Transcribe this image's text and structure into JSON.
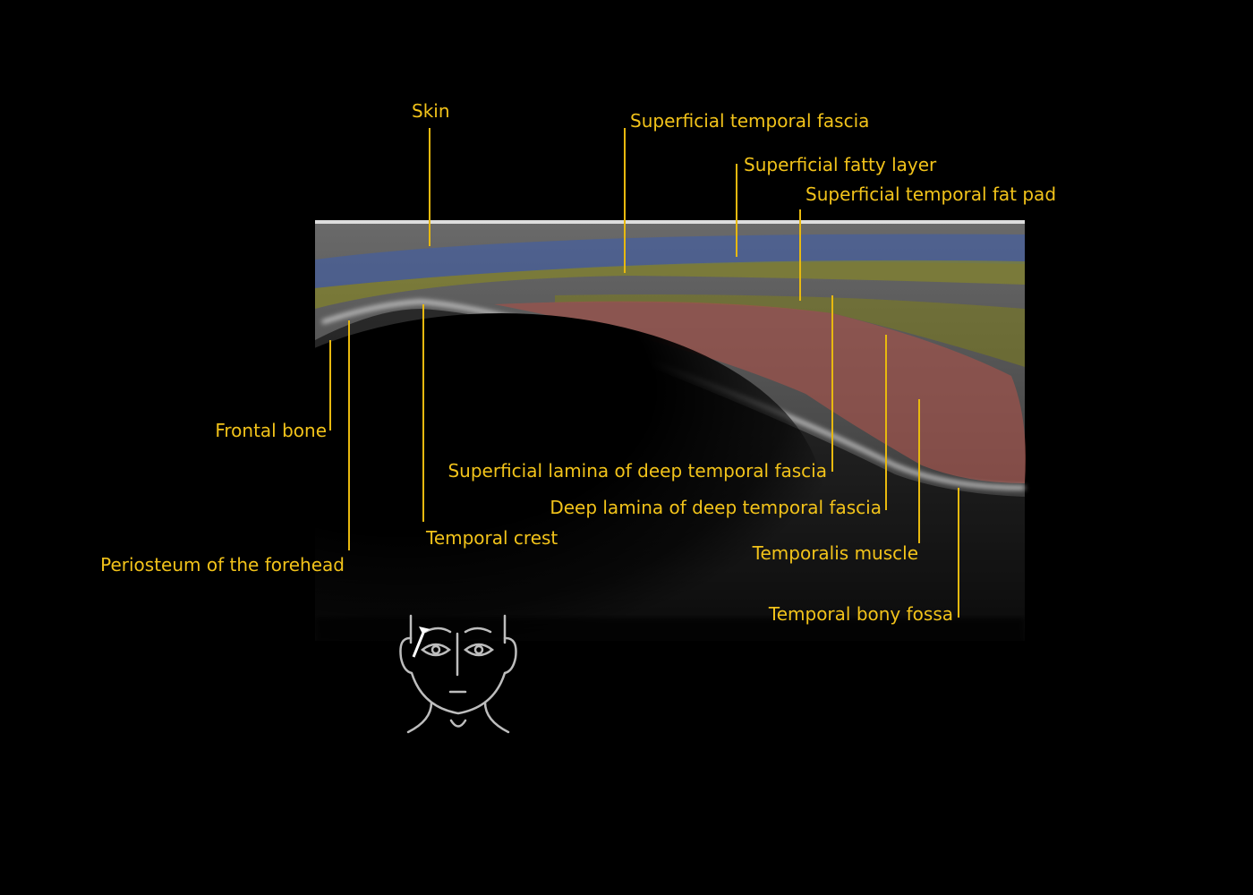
{
  "colors": {
    "label": "#f2c31a",
    "leader_line": "#e8b90f",
    "background": "#000000",
    "skin_fascia_overlay": "#3f5ea8",
    "fat_overlay": "#8a8a20",
    "muscle_overlay": "#a0524c"
  },
  "labels": {
    "skin": "Skin",
    "superficial_temporal_fascia": "Superficial temporal fascia",
    "superficial_fatty_layer": "Superficial fatty layer",
    "superficial_temporal_fat_pad": "Superficial temporal fat pad",
    "frontal_bone": "Frontal bone",
    "periosteum": "Periosteum of the forehead",
    "temporal_crest": "Temporal crest",
    "superficial_lamina": "Superficial lamina of deep temporal fascia",
    "deep_lamina": "Deep lamina of deep temporal fascia",
    "temporalis_muscle": "Temporalis muscle",
    "temporal_bony_fossa": "Temporal bony fossa"
  },
  "icons": {
    "probe_position": "face-with-probe-icon"
  }
}
